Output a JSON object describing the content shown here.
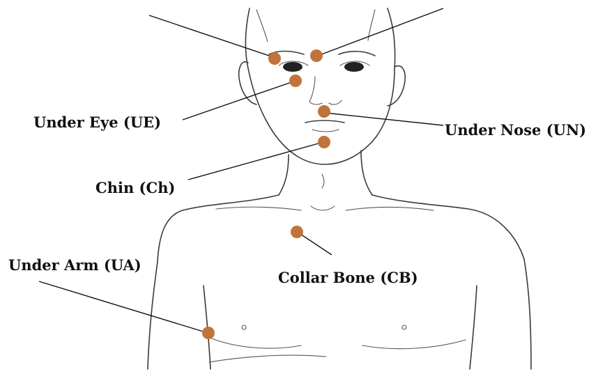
{
  "labels": {
    "under_eye": "Under Eye  (UE)",
    "under_nose": "Under Nose  (UN)",
    "chin": "Chin (Ch)",
    "under_arm": "Under Arm (UA)",
    "collar_bone": "Collar Bone  (CB)"
  },
  "colors": {
    "tapping_point": "#c0743b",
    "line_art": "#3a3a3a",
    "label_text": "#111111",
    "background": "#ffffff"
  }
}
